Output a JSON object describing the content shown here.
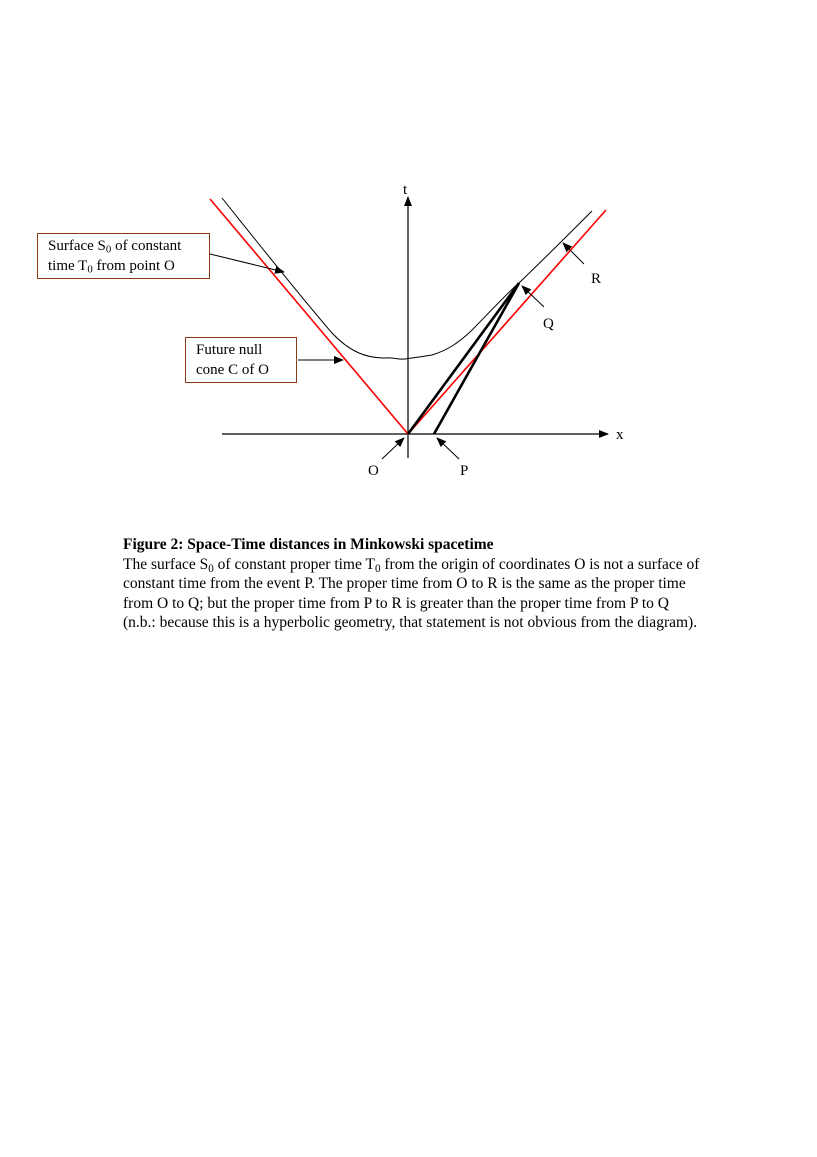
{
  "diagram": {
    "axes": {
      "t_label": "t",
      "x_label": "x"
    },
    "points": {
      "O": "O",
      "P": "P",
      "Q": "Q",
      "R": "R"
    },
    "box_surface": {
      "line1_pre": "Surface S",
      "line1_sub": "0",
      "line1_post": " of constant",
      "line2_pre": "time T",
      "line2_sub": "0",
      "line2_post": " from point O"
    },
    "box_cone": {
      "line1": "Future null",
      "line2": "cone C of O"
    },
    "colors": {
      "null_cone": "#ff0000",
      "surface": "#000000",
      "box_border": "#8b3a1a"
    }
  },
  "caption": {
    "title": "Figure 2: Space-Time distances in Minkowski spacetime",
    "body_1": "The surface S",
    "body_sub_1": "0",
    "body_2": " of constant proper time T",
    "body_sub_2": "0",
    "body_3": " from the origin of coordinates O is not a surface of constant time from the event P. The proper time from O to R is the same as the proper time from O to Q; but the proper time from P to R is greater than the proper time from P to Q (n.b.: because this is a hyperbolic geometry, that statement is not obvious from the diagram)."
  }
}
